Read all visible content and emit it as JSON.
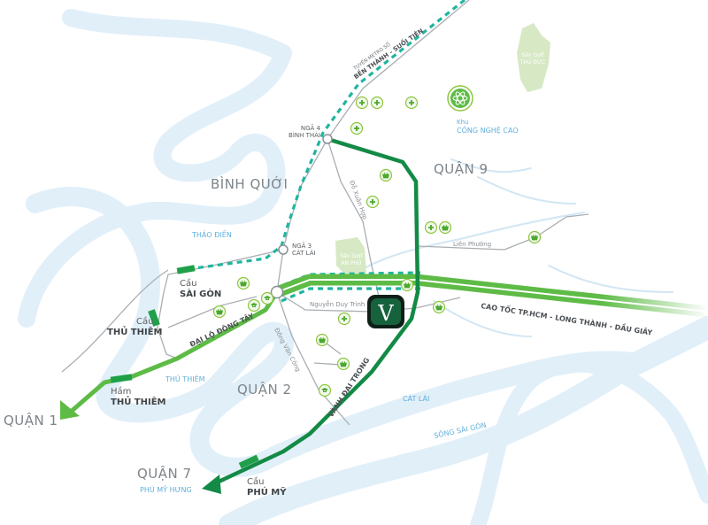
{
  "districts": {
    "quan1": "QUẬN 1",
    "quan2": "QUẬN 2",
    "quan7": "QUẬN 7",
    "quan9": "QUẬN 9",
    "binh_quoi": "BÌNH QUỚI"
  },
  "areas": {
    "thao_dien": "THẢO ĐIỀN",
    "thu_thiem": "THỦ THIÊM",
    "cat_lai": "CÁT LÁI",
    "phu_my_hung": "PHÚ MỸ HƯNG",
    "song_sai_gon": "SÔNG SÀI GÒN"
  },
  "hitech": {
    "line1": "Khu",
    "line2": "CÔNG NGHỆ CAO"
  },
  "golf": {
    "thu_duc": {
      "line1": "Sân Golf",
      "line2": "THỦ ĐỨC"
    },
    "an_phu": {
      "line1": "Sân Golf",
      "line2": "AN PHÚ"
    }
  },
  "nodes": {
    "nga4_line1": "NGÃ 4",
    "nga4_line2": "BÌNH THÁI",
    "nga3_line1": "NGÃ 3",
    "nga3_line2": "CÁT LÁI"
  },
  "metro": {
    "line1": "TUYẾN METRO SỐ",
    "line2": "BẾN THÀNH - SUỐI TIÊN"
  },
  "roads": {
    "do_xuan_hop": "Đỗ Xuân Hợp",
    "lien_phuong": "Liên Phường",
    "nguyen_duy_trinh": "Nguyễn Duy Trinh",
    "dong_van_cong": "Đồng Văn Cống",
    "highway": "CAO TỐC TP.HCM - LONG THÀNH - DẦU GIÂY",
    "dong_tay": "ĐẠI LỘ ĐÔNG TÂY",
    "vanh_dai": "VÀNH ĐAI TRONG"
  },
  "bridges": {
    "sai_gon": {
      "line1": "Cầu",
      "line2": "SÀI GÒN"
    },
    "thu_thiem": {
      "line1": "Cầu",
      "line2": "THỦ THIÊM"
    },
    "ham_thu_thiem": {
      "line1": "Hầm",
      "line2": "THỦ THIÊM"
    },
    "phu_my": {
      "line1": "Cầu",
      "line2": "PHÚ MỸ"
    }
  },
  "project_logo": "V",
  "colors": {
    "river": "#dcedf8",
    "road_dark": "#138a45",
    "road_light": "#5dbb46",
    "metro": "#1fb5a0",
    "golf": "#d6e9c4"
  }
}
